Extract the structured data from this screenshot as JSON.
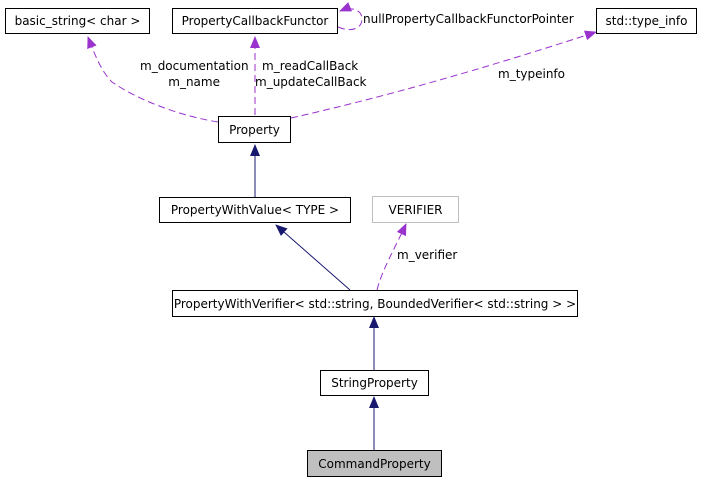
{
  "nodes": {
    "basic_string": "basic_string< char >",
    "property_callback_functor": "PropertyCallbackFunctor",
    "type_info": "std::type_info",
    "property": "Property",
    "property_with_value": "PropertyWithValue< TYPE >",
    "verifier": "VERIFIER",
    "property_with_verifier": "PropertyWithVerifier< std::string, BoundedVerifier< std::string > >",
    "string_property": "StringProperty",
    "command_property": "CommandProperty"
  },
  "edge_labels": {
    "null_property_callback_functor_pointer": "nullPropertyCallbackFunctorPointer",
    "m_documentation": "m_documentation",
    "m_name": "m_name",
    "m_read_call_back": "m_readCallBack",
    "m_update_call_back": "m_updateCallBack",
    "m_typeinfo": "m_typeinfo",
    "m_verifier": "m_verifier"
  },
  "colors": {
    "inheritance_edge": "#191970",
    "usage_edge": "#9a32cd",
    "node_border": "#000000",
    "faded_node_border": "#bfbfbf",
    "current_node_fill": "#bfbfbf"
  }
}
